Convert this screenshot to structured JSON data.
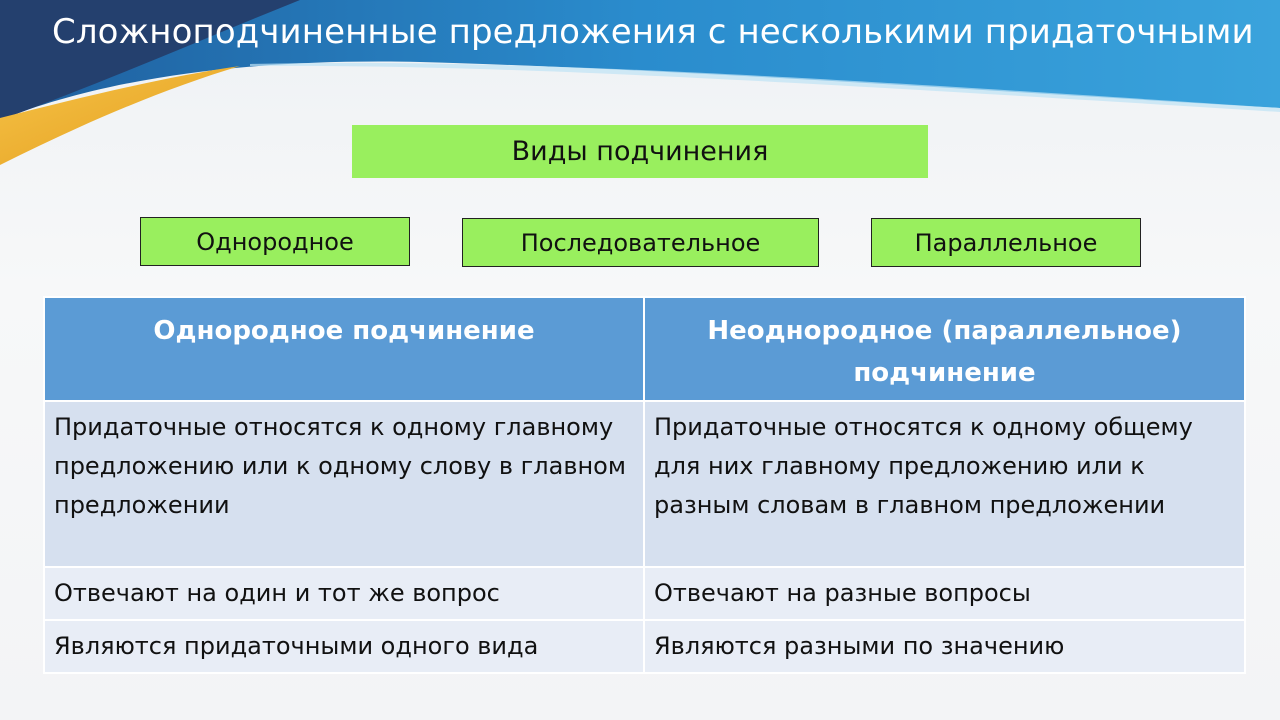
{
  "title": "Сложноподчиненные предложения с несколькими придаточными",
  "main_box": "Виды подчинения",
  "kinds": [
    "Однородное",
    "Последовательное",
    "Параллельное"
  ],
  "table": {
    "headers": [
      "Однородное подчинение",
      "Неоднородное (параллельное) подчинение"
    ],
    "rows": [
      [
        "Придаточные относятся к одному главному предложению или к одному слову в главном предложении",
        "Придаточные относятся к  одному общему для них главному предложению или к разным словам в главном предложении"
      ],
      [
        "Отвечают на один и тот же вопрос",
        "Отвечают на разные вопросы"
      ],
      [
        "Являются придаточными одного вида",
        "Являются разными по значению"
      ]
    ]
  },
  "colors": {
    "header_blue": "#2a8ccd",
    "accent_gold": "#f0b132",
    "box_green": "#99ef5e",
    "table_head": "#5b9bd5",
    "table_cell": "#d6e0ef"
  }
}
